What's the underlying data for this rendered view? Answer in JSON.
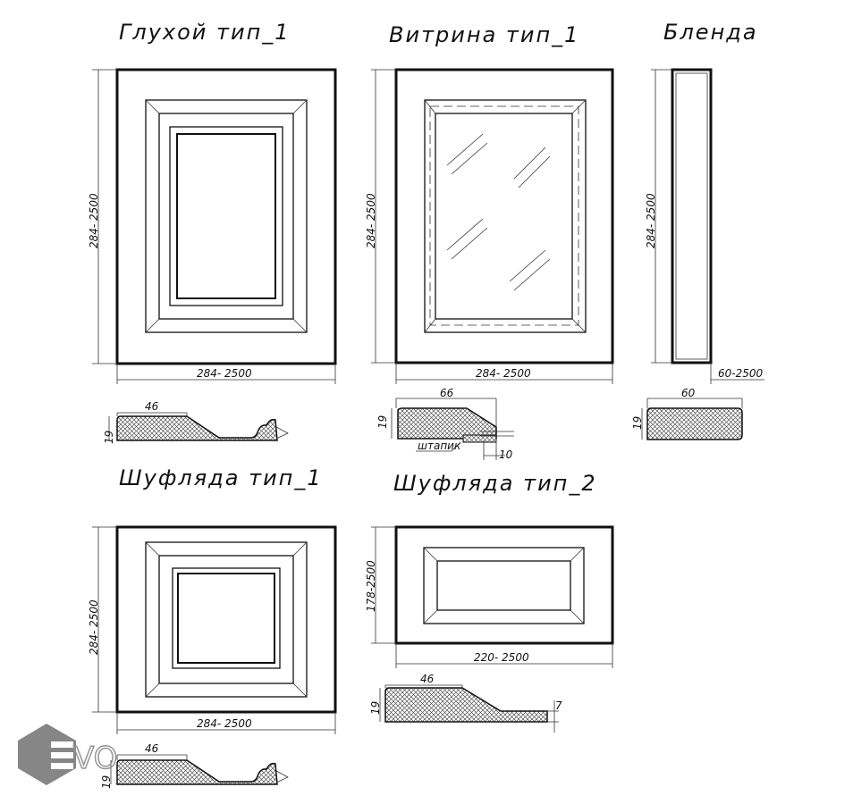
{
  "titles": {
    "blind": "Глухой тип_1",
    "vitrine": "Витрина тип_1",
    "blenda": "Бленда",
    "drawer1": "Шуфляда тип_1",
    "drawer2": "Шуфляда тип_2"
  },
  "dims": {
    "blind_h": "284- 2500",
    "blind_w": "284- 2500",
    "vitrine_h": "284- 2500",
    "vitrine_w": "284- 2500",
    "blenda_h": "284- 2500",
    "blenda_w": "60-2500",
    "drawer1_h": "284- 2500",
    "drawer1_w": "284- 2500",
    "drawer2_h": "178-2500",
    "drawer2_w": "220- 2500"
  },
  "profiles": {
    "blind": {
      "width": "46",
      "thickness": "19"
    },
    "vitrine": {
      "width": "66",
      "thickness": "19",
      "bead_label": "штапик",
      "bead_width": "10"
    },
    "blenda": {
      "width": "60",
      "thickness": "19"
    },
    "drawer1": {
      "width": "46",
      "thickness": "19"
    },
    "drawer2": {
      "width": "46",
      "thickness": "19",
      "step": "7"
    }
  },
  "logo": {
    "text": "EVO",
    "color": "#7a7a7a"
  }
}
